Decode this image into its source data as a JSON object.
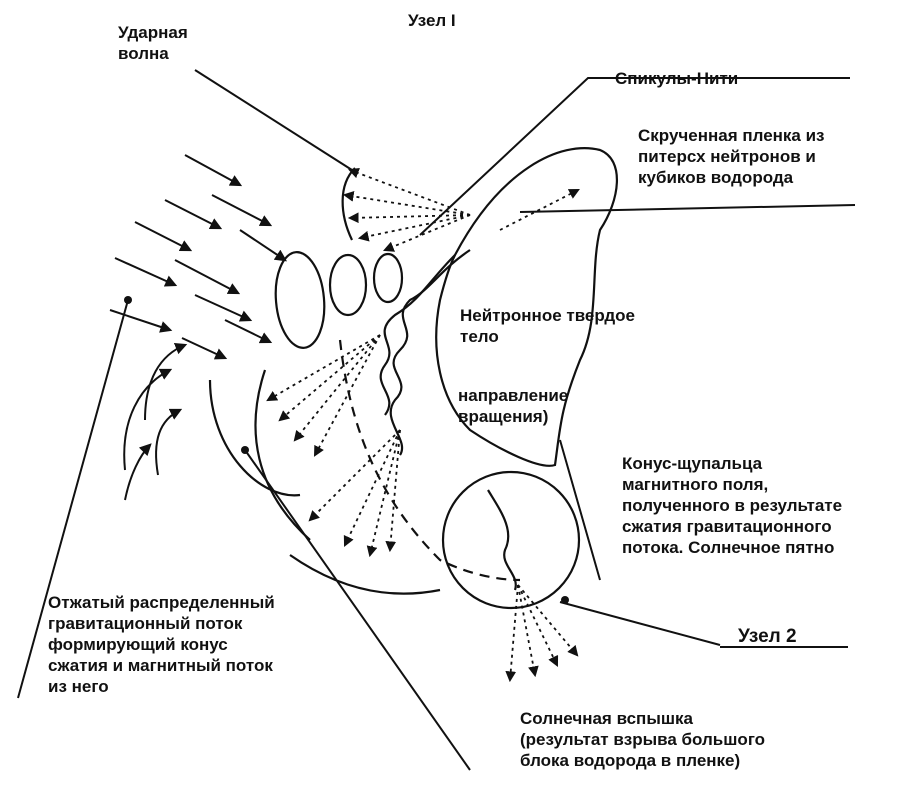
{
  "labels": {
    "node1": "Узел I",
    "shock_wave": "Ударная\nволна",
    "spicules": "Спикулы-Нити",
    "film": "Скрученная пленка из\nпитерсх нейтронов и\nкубиков водорода",
    "neutron_body": "Нейтронное твердое\nтело",
    "rotation": "направление\nвращения)",
    "cone": "Конус-щупальца\nмагнитного поля,\nполученного в результате\nсжатия гравитационного\nпотока. Солнечное пятно",
    "node2": "Узел 2",
    "gravity_flow": "Отжатый распределенный\nгравитационный поток\nформирующий конус\nсжатия и магнитный поток\nиз него",
    "flare": "Солнечная вспышка\n(результат взрыва большого\nблока водорода в пленке)"
  },
  "colors": {
    "ink": "#111111",
    "background": "#ffffff"
  }
}
